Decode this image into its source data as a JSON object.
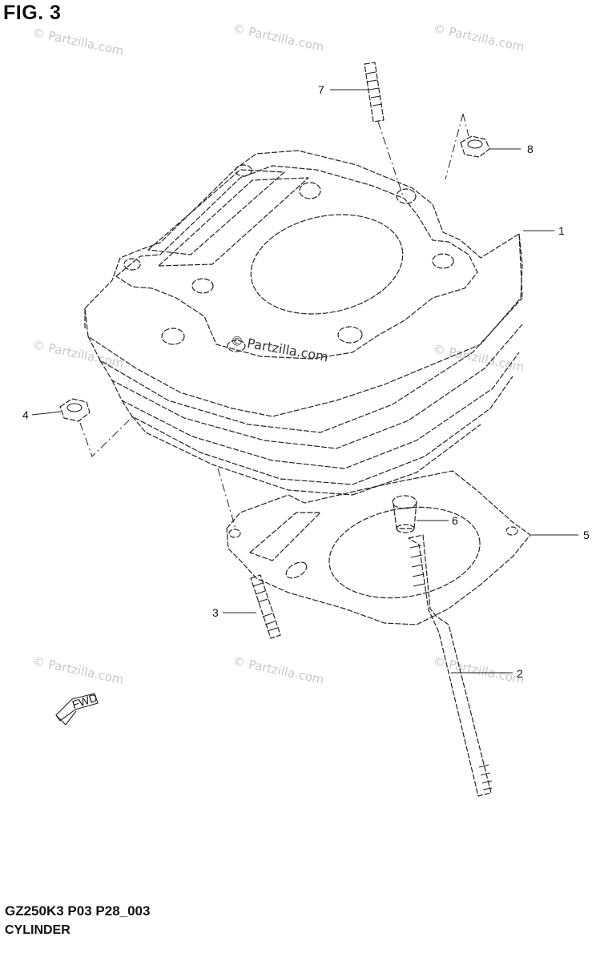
{
  "figure": {
    "title": "FIG. 3",
    "code": "GZ250K3 P03 P28_003",
    "name": "CYLINDER"
  },
  "watermark": {
    "text": "© Partzilla.com",
    "main_text": "© Partzilla.com"
  },
  "fwd_label": "FWD",
  "callouts": [
    {
      "num": "1",
      "part": "cylinder"
    },
    {
      "num": "2",
      "part": "long-stud-bolt"
    },
    {
      "num": "3",
      "part": "short-stud-bolt"
    },
    {
      "num": "4",
      "part": "nut-left"
    },
    {
      "num": "5",
      "part": "cylinder-gasket"
    },
    {
      "num": "6",
      "part": "dowel-pin-and-nut"
    },
    {
      "num": "7",
      "part": "top-stud-bolt"
    }
  ],
  "colors": {
    "line": "#222222",
    "watermark": "#c9c9c9",
    "background": "#ffffff"
  }
}
